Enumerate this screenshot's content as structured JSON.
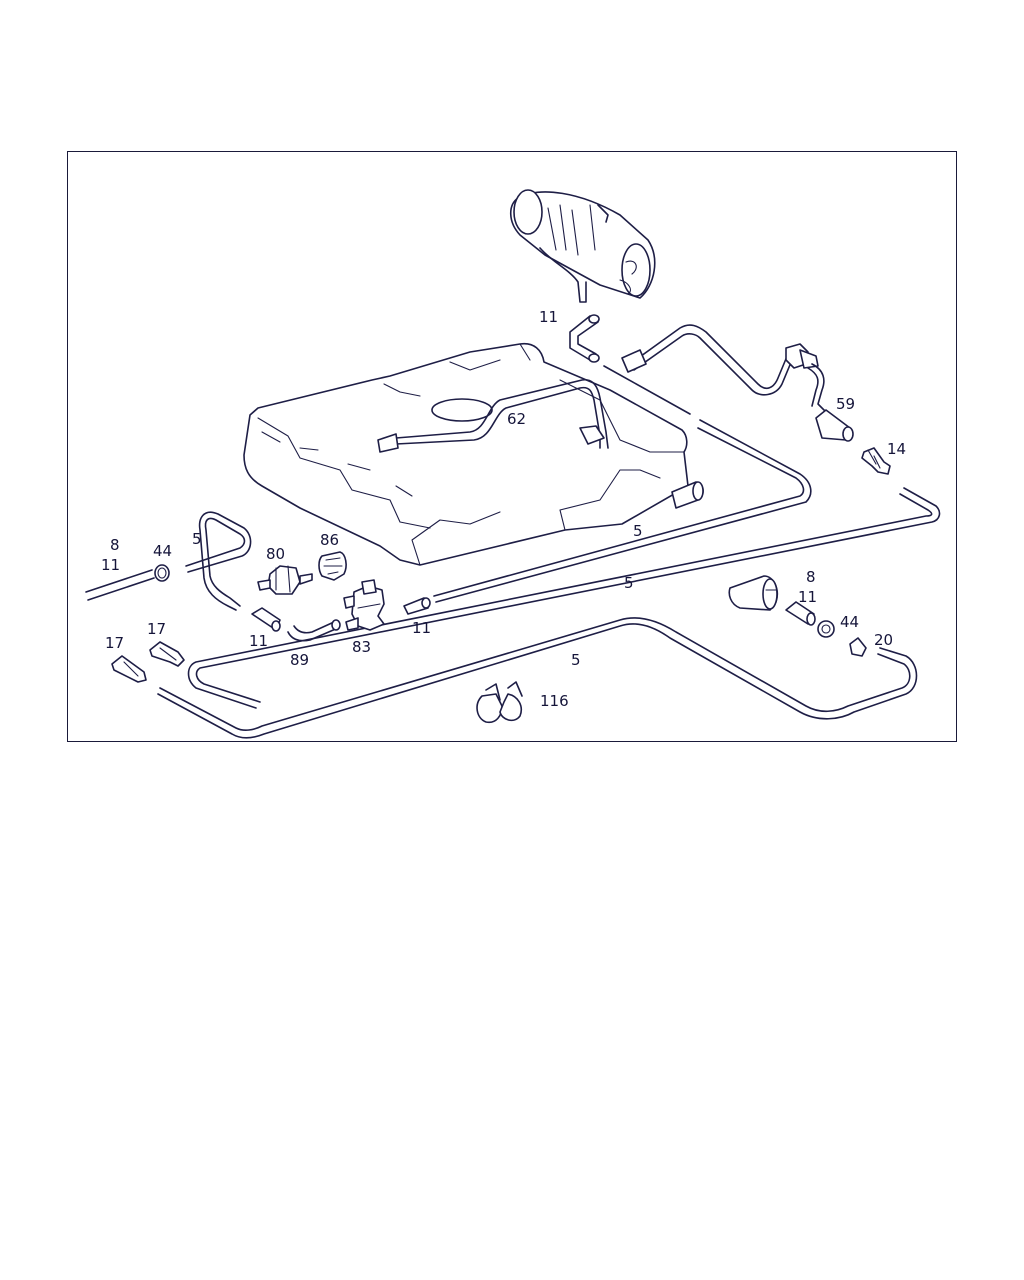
{
  "colors": {
    "line": "#1e1e46",
    "label": "#15153a",
    "frame": "#1a1a3a",
    "background": "#ffffff"
  },
  "callouts": [
    {
      "id": "c-11-top",
      "text": "11"
    },
    {
      "id": "c-62",
      "text": "62"
    },
    {
      "id": "c-59",
      "text": "59"
    },
    {
      "id": "c-14",
      "text": "14"
    },
    {
      "id": "c-8-left",
      "text": "8"
    },
    {
      "id": "c-11-left",
      "text": "11"
    },
    {
      "id": "c-44-left",
      "text": "44"
    },
    {
      "id": "c-5-left",
      "text": "5"
    },
    {
      "id": "c-80",
      "text": "80"
    },
    {
      "id": "c-86",
      "text": "86"
    },
    {
      "id": "c-5-tank",
      "text": "5"
    },
    {
      "id": "c-5-mid",
      "text": "5"
    },
    {
      "id": "c-11-a",
      "text": "11"
    },
    {
      "id": "c-89",
      "text": "89"
    },
    {
      "id": "c-83",
      "text": "83"
    },
    {
      "id": "c-11-b",
      "text": "11"
    },
    {
      "id": "c-8-right",
      "text": "8"
    },
    {
      "id": "c-11-right",
      "text": "11"
    },
    {
      "id": "c-44-right",
      "text": "44"
    },
    {
      "id": "c-20",
      "text": "20"
    },
    {
      "id": "c-17-a",
      "text": "17"
    },
    {
      "id": "c-17-b",
      "text": "17"
    },
    {
      "id": "c-5-bottom",
      "text": "5"
    },
    {
      "id": "c-116",
      "text": "116"
    }
  ]
}
